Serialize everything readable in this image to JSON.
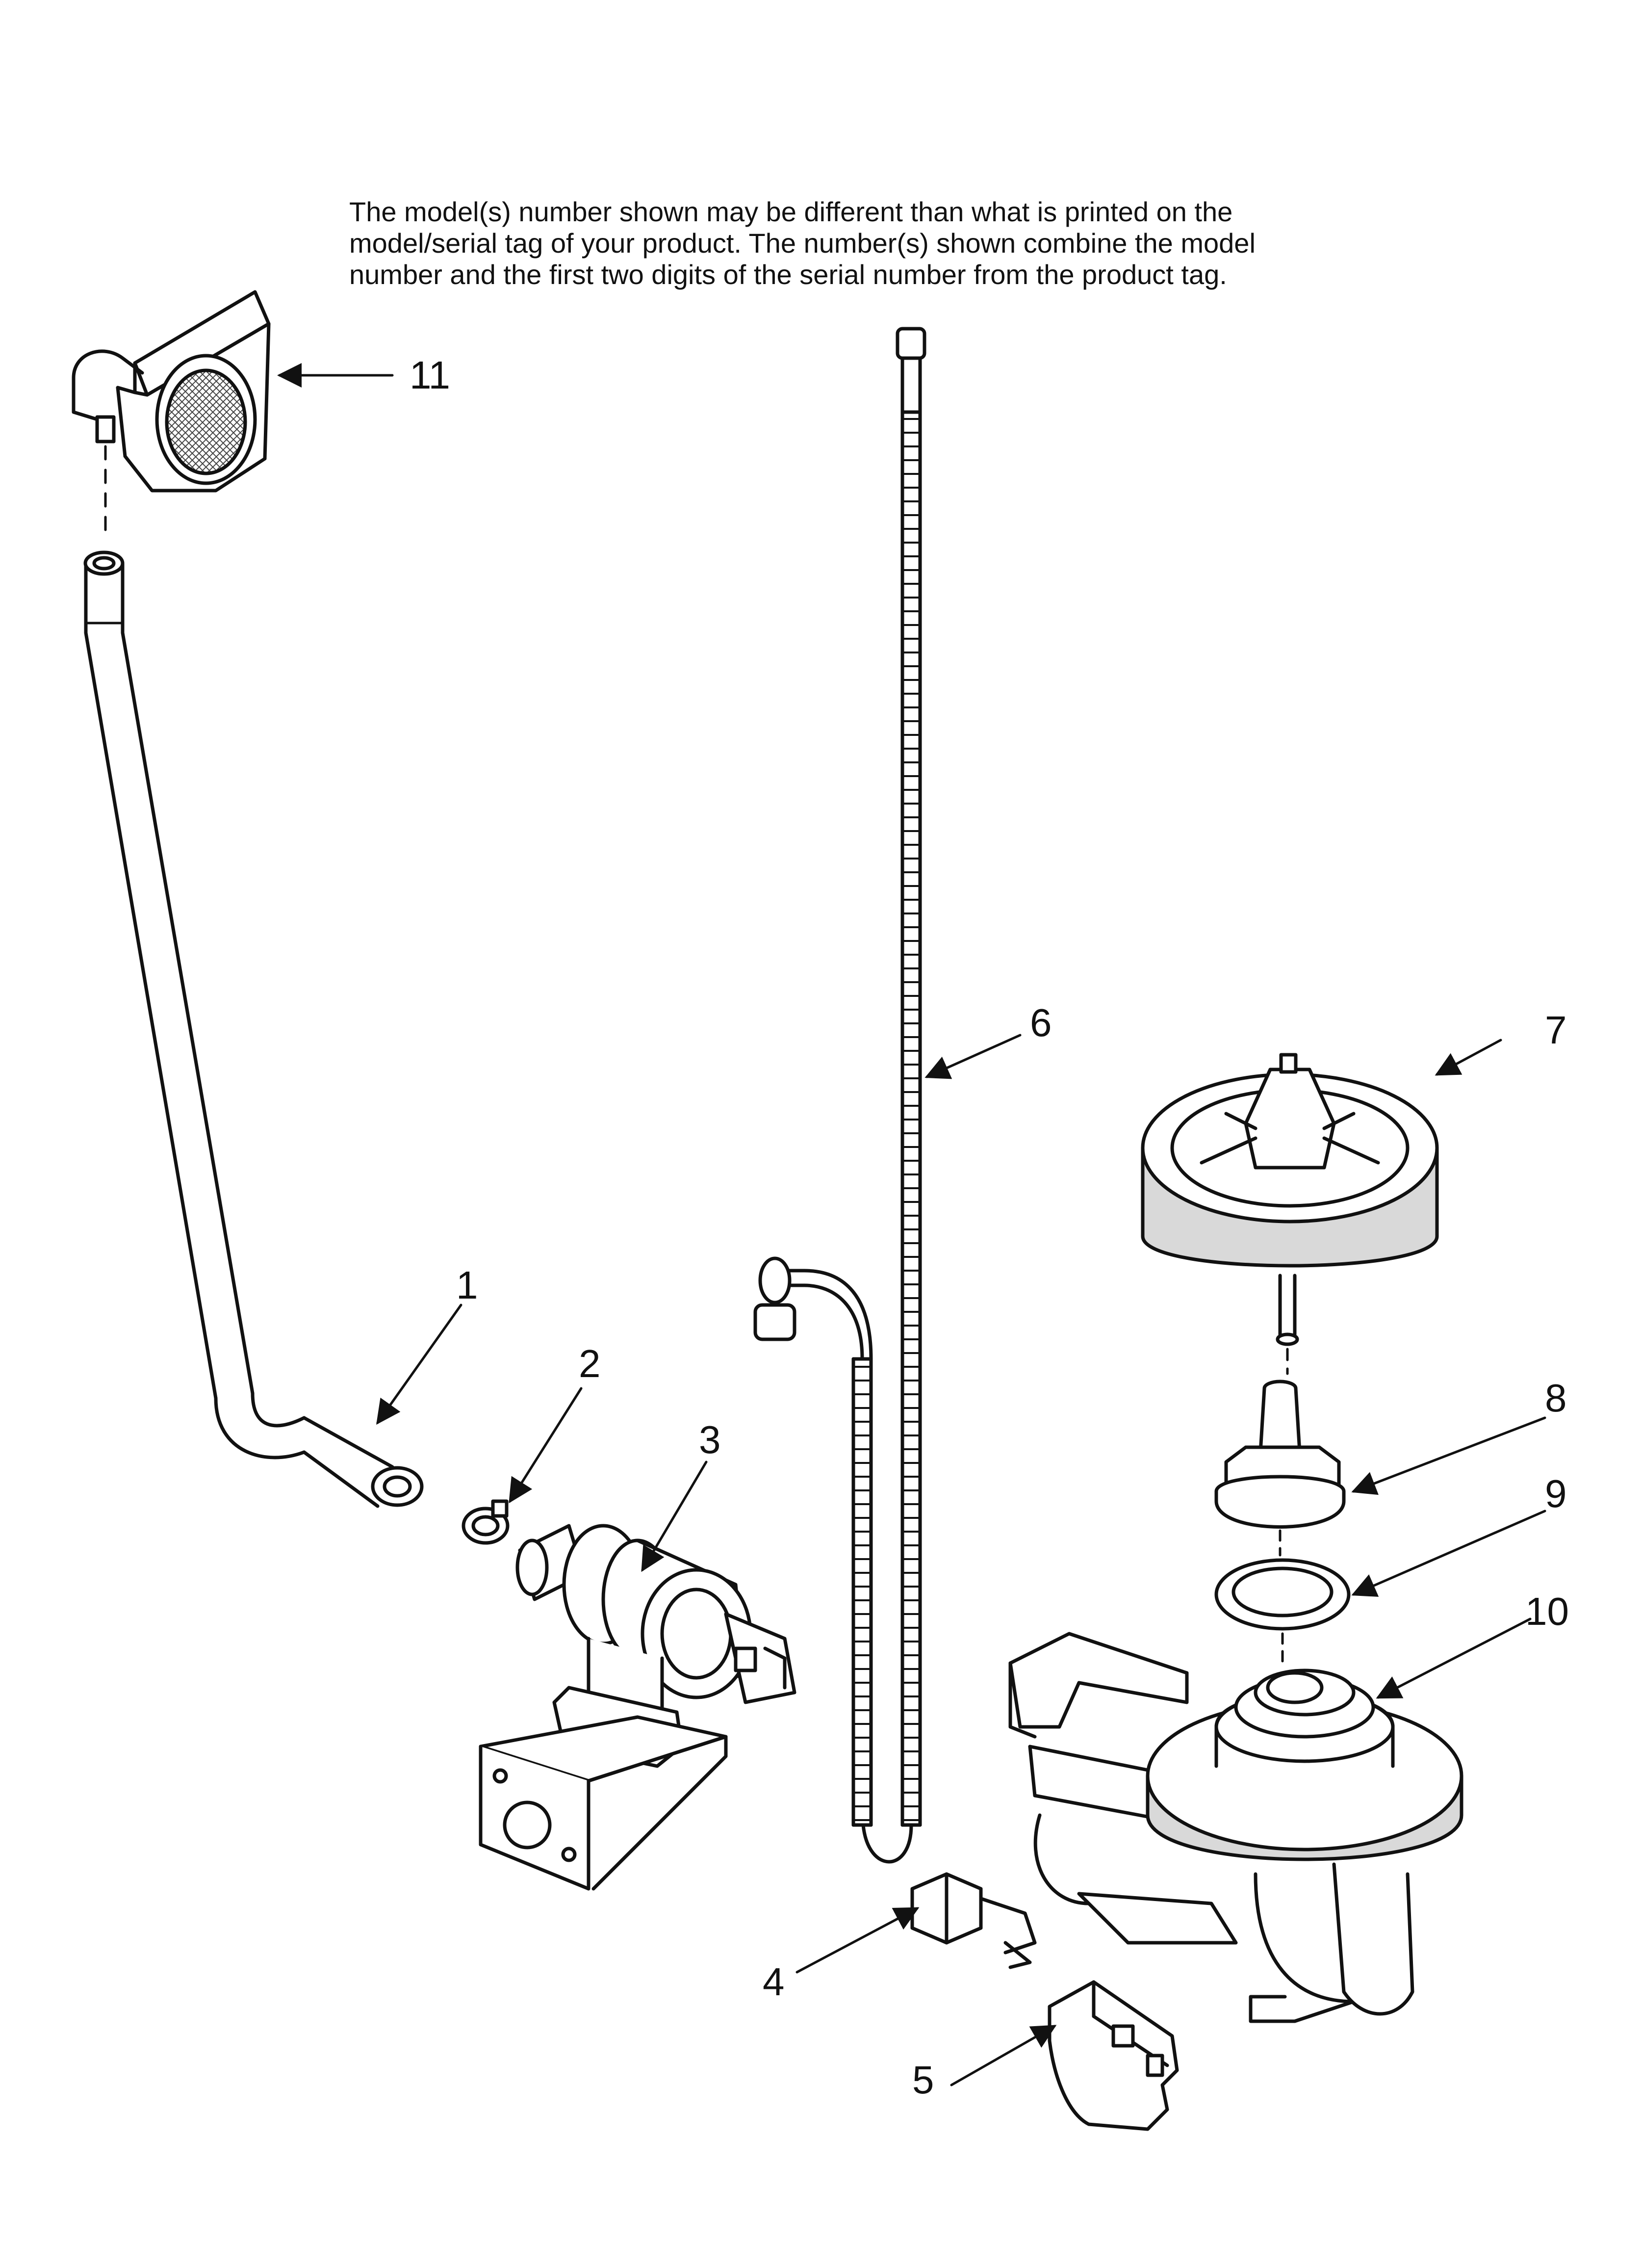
{
  "note": {
    "line1": "The model(s) number shown may be different than what is printed on the",
    "line2": "model/serial tag of your product. The number(s) shown combine the model",
    "line3": "number and the first two digits of the serial number from the product tag."
  },
  "callouts": {
    "c1": "1",
    "c2": "2",
    "c3": "3",
    "c4": "4",
    "c5": "5",
    "c6": "6",
    "c7": "7",
    "c8": "8",
    "c9": "9",
    "c10": "10",
    "c11": "11"
  },
  "colors": {
    "ink": "#111111",
    "shade": "#d9d9d9",
    "paper": "#ffffff"
  }
}
